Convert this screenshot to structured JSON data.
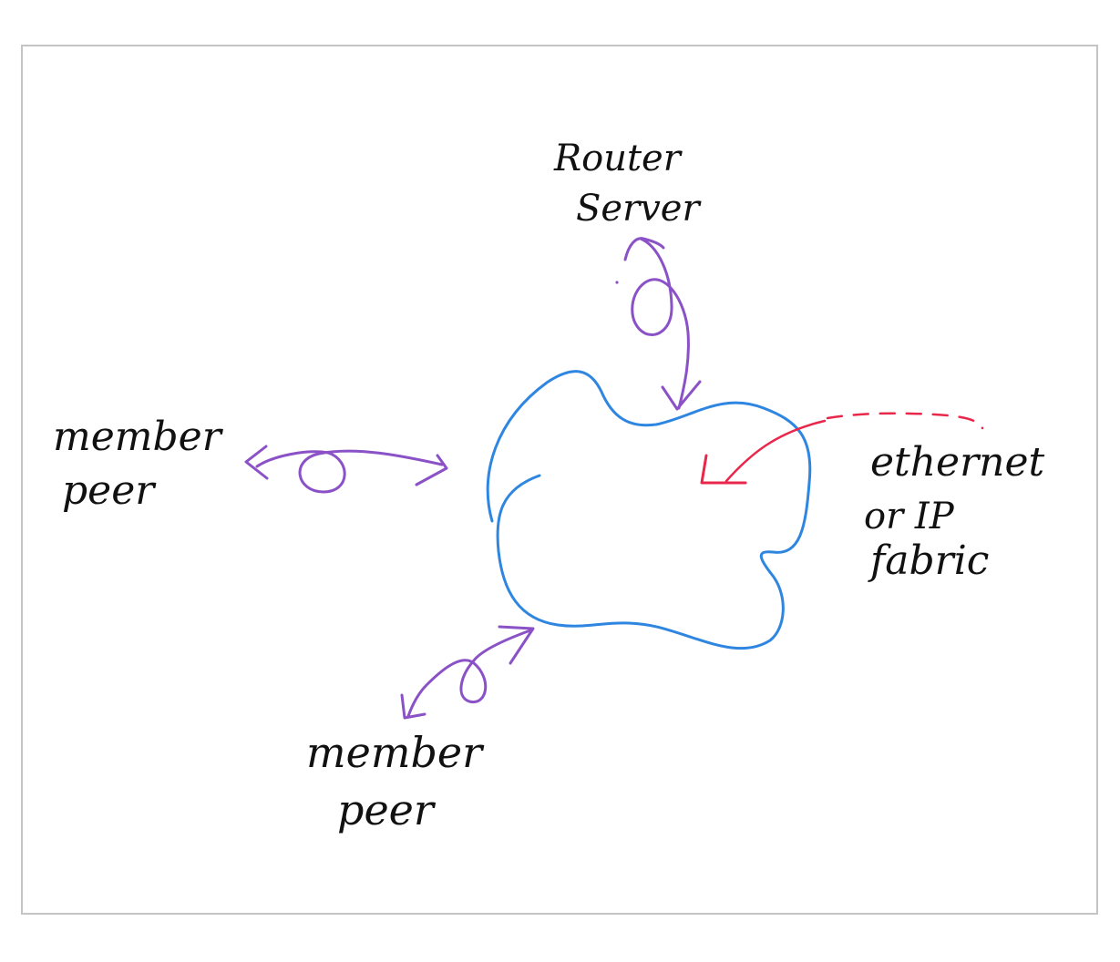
{
  "colors": {
    "frame_border": "#c4c4c4",
    "cloud_stroke": "#2f86e0",
    "arrow_stroke": "#8a52c6",
    "fabric_pointer_stroke": "#e8274a",
    "text": "#111111"
  },
  "labels": {
    "router_server": [
      "Router",
      "Server"
    ],
    "member_peer_left": [
      "member",
      "peer"
    ],
    "member_peer_bottom": [
      "member",
      "peer"
    ],
    "fabric": [
      "ethernet",
      "or IP",
      "fabric"
    ]
  }
}
